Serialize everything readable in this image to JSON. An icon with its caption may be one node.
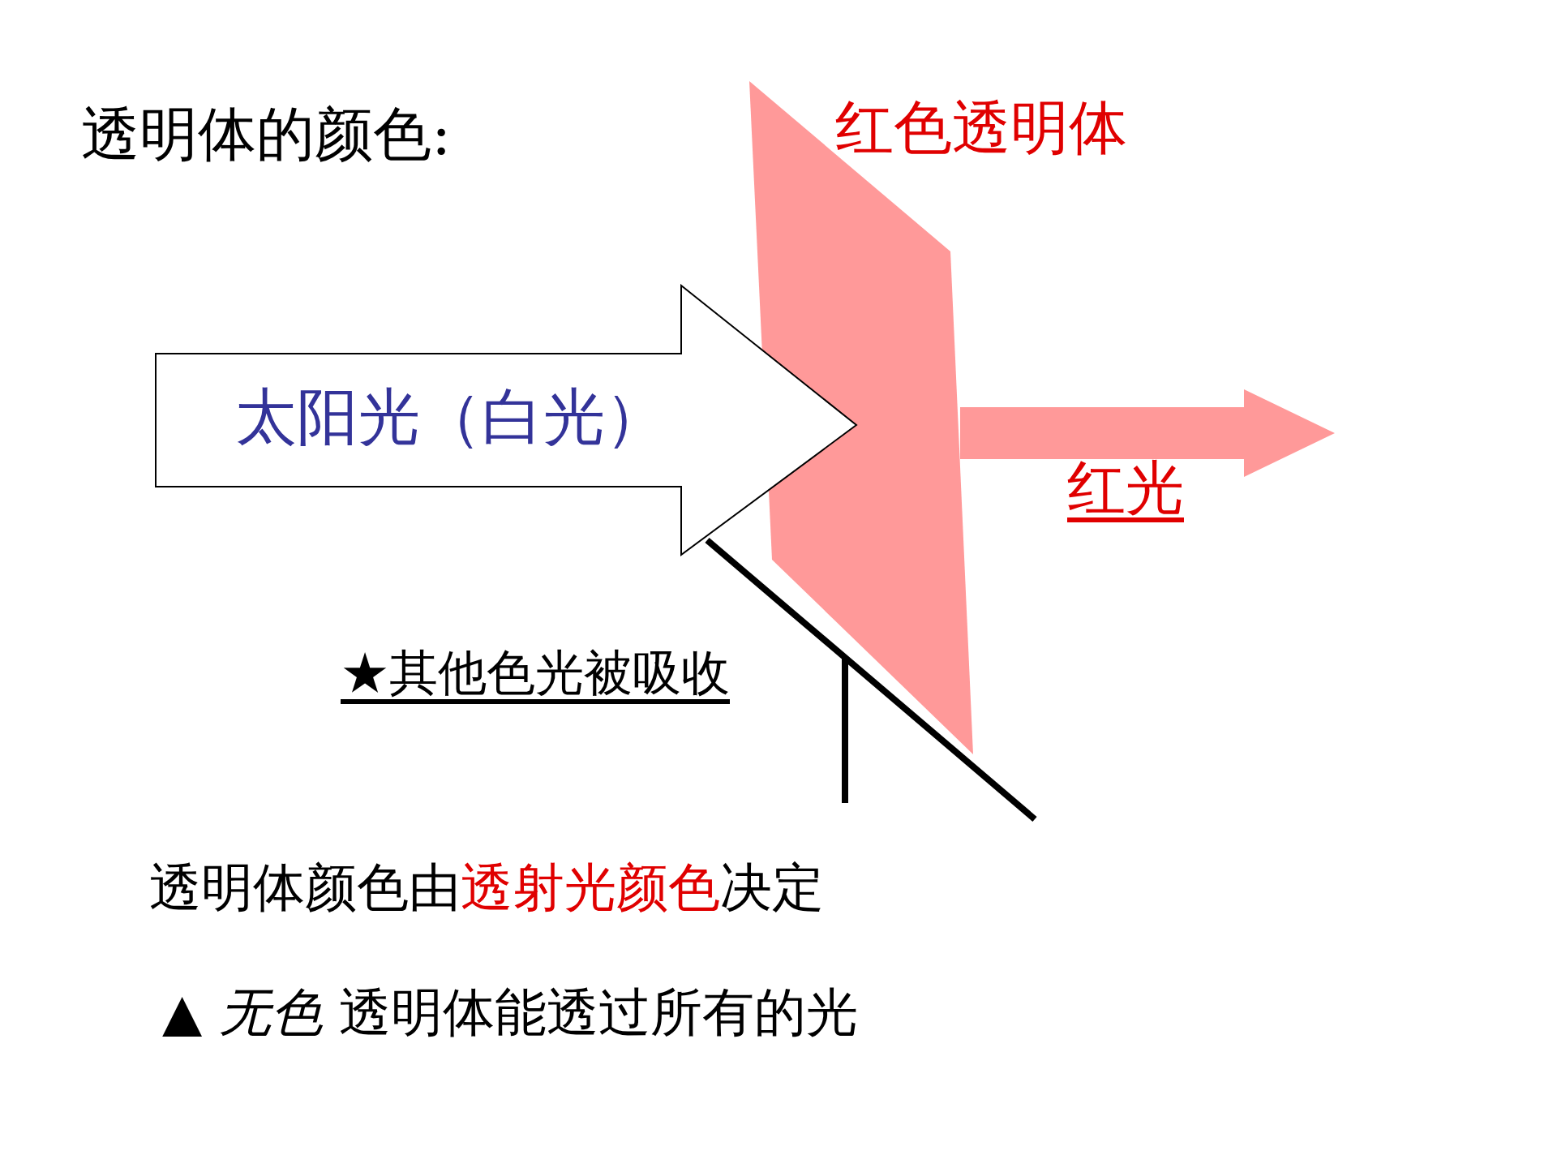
{
  "diagram": {
    "title": "透明体的颜色:",
    "nodes": [
      {
        "text": [],
        "shape": "parallelogram",
        "beside": [
          "红色透明体"
        ]
      },
      {
        "text": [
          "太阳光（白光）"
        ]
      },
      {
        "text": [],
        "shape": "arrow",
        "beside": [
          "红光"
        ]
      },
      {
        "text": [
          "★其他色光被吸收"
        ]
      }
    ],
    "labels": [
      "透明体颜色由",
      "透射光颜色",
      "决定",
      "▲ *无色* 透明体能透过所有的光"
    ]
  }
}
